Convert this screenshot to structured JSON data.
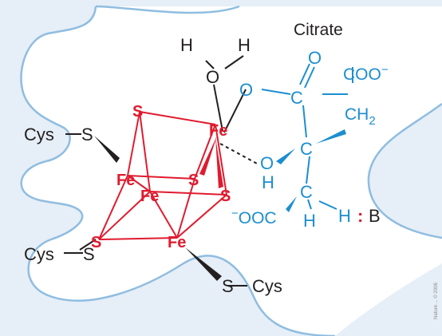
{
  "caption": "Citrate",
  "cluster_labels": {
    "fe_top": "Fe",
    "fe_left": "Fe",
    "fe_mid": "Fe",
    "fe_bot": "Fe",
    "s_top": "S",
    "s_mid": "S",
    "s_right": "S",
    "s_bot": "S"
  },
  "ligand_labels": {
    "cys1": "Cys",
    "cys1_s": "S",
    "cys2": "Cys",
    "cys2_s": "S",
    "cys3": "Cys",
    "cys3_s": "S",
    "water_h1": "H",
    "water_h2": "H",
    "water_o": "O"
  },
  "citrate_labels": {
    "o_link": "O",
    "c_carbonyl": "C",
    "o_carbonyl": "O",
    "coo_top": "COO",
    "coo_top_charge": "−",
    "ch2": "CH",
    "ch2_sub": "2",
    "oh_o": "O",
    "oh_h": "H",
    "c_central": "C",
    "c_lower": "C",
    "c_lower_h": "H",
    "coo_left_charge": "−",
    "coo_left": "OOC",
    "h_acceptor": "H"
  },
  "base": {
    "colon": ":",
    "label": "B"
  },
  "credit": "Nature ... © 2006",
  "colors": {
    "cluster": "#e01b2f",
    "citrate": "#1c8ed0",
    "pocket_fill": "#e6eef7",
    "pocket_edge": "#8fbde0",
    "text": "#231f20"
  }
}
